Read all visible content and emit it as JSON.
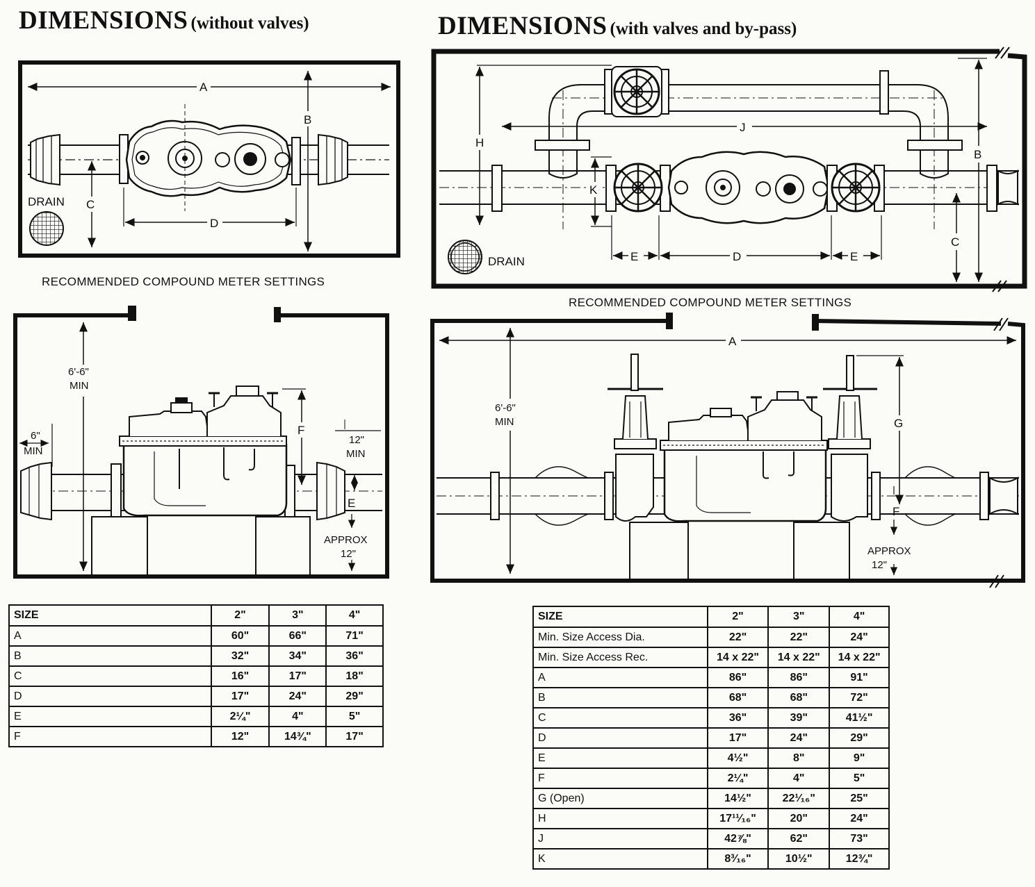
{
  "headings": {
    "left_main": "DIMENSIONS",
    "left_sub": "(without valves)",
    "right_main": "DIMENSIONS",
    "right_sub": "(with valves and by-pass)"
  },
  "captions": {
    "left": "RECOMMENDED COMPOUND METER SETTINGS",
    "right": "RECOMMENDED COMPOUND METER SETTINGS"
  },
  "diagram_labels": {
    "drain": "DRAIN",
    "a": "A",
    "b": "B",
    "c": "C",
    "d": "D",
    "e": "E",
    "f": "F",
    "g": "G",
    "h": "H",
    "j": "J",
    "k": "K",
    "min_height_1": "6'-6\"",
    "min_height_2": "MIN",
    "six_1": "6\"",
    "six_2": "MIN",
    "twelve_1": "12\"",
    "twelve_2": "MIN",
    "approx_1": "APPROX",
    "approx_2": "12\""
  },
  "table_left": {
    "headers": [
      "SIZE",
      "2\"",
      "3\"",
      "4\""
    ],
    "rows": [
      [
        "A",
        "60\"",
        "66\"",
        "71\""
      ],
      [
        "B",
        "32\"",
        "34\"",
        "36\""
      ],
      [
        "C",
        "16\"",
        "17\"",
        "18\""
      ],
      [
        "D",
        "17\"",
        "24\"",
        "29\""
      ],
      [
        "E",
        "2¼\"",
        "4\"",
        "5\""
      ],
      [
        "F",
        "12\"",
        "14¾\"",
        "17\""
      ]
    ]
  },
  "table_right": {
    "headers": [
      "SIZE",
      "2\"",
      "3\"",
      "4\""
    ],
    "rows": [
      [
        "Min. Size Access Dia.",
        "22\"",
        "22\"",
        "24\""
      ],
      [
        "Min. Size Access Rec.",
        "14 x 22\"",
        "14 x 22\"",
        "14 x 22\""
      ],
      [
        "A",
        "86\"",
        "86\"",
        "91\""
      ],
      [
        "B",
        "68\"",
        "68\"",
        "72\""
      ],
      [
        "C",
        "36\"",
        "39\"",
        "41½\""
      ],
      [
        "D",
        "17\"",
        "24\"",
        "29\""
      ],
      [
        "E",
        "4½\"",
        "8\"",
        "9\""
      ],
      [
        "F",
        "2¼\"",
        "4\"",
        "5\""
      ],
      [
        "G (Open)",
        "14½\"",
        "22¹⁄₁₆\"",
        "25\""
      ],
      [
        "H",
        "17¹¹⁄₁₆\"",
        "20\"",
        "24\""
      ],
      [
        "J",
        "42⅞\"",
        "62\"",
        "73\""
      ],
      [
        "K",
        "8³⁄₁₆\"",
        "10½\"",
        "12¾\""
      ]
    ]
  }
}
